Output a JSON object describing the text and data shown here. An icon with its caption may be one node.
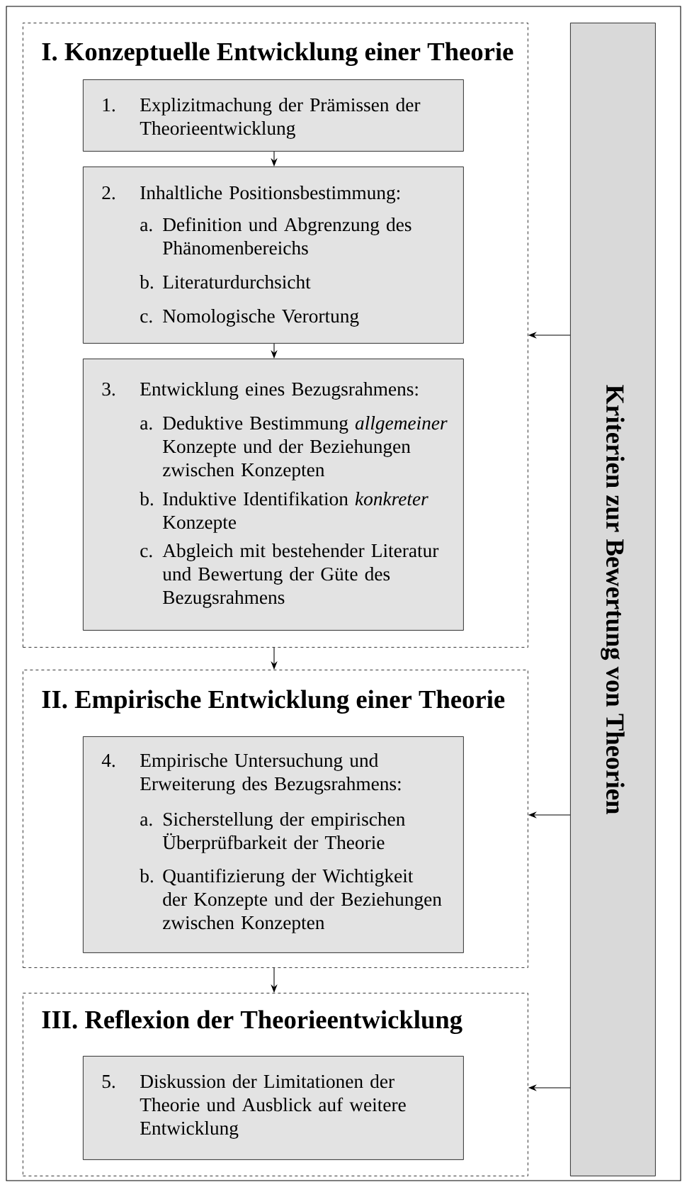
{
  "diagram": {
    "nodes": [
      {
        "text": [
          "I. Konzeptuelle Entwicklung einer Theorie"
        ]
      },
      {
        "text": [
          "1.",
          "Explizitmachung der Prämissen der Theorieentwicklung"
        ],
        "in": 0
      },
      {
        "text": [
          "2.",
          "Inhaltliche Positionsbestimmung:",
          "a.",
          "Definition und Abgrenzung des Phänomenbereichs",
          "b.",
          "Literaturdurchsicht",
          "c.",
          "Nomologische Verortung"
        ],
        "in": 0
      },
      {
        "text": [
          "3.",
          "Entwicklung eines Bezugsrahmens:",
          "a.",
          "Deduktive Bestimmung *allgemeiner* Konzepte und der Beziehungen zwischen Konzepten",
          "b.",
          "Induktive Identifikation *konkreter* Konzepte",
          "c.",
          "Abgleich mit bestehender Literatur und Bewertung der Güte des Bezugsrahmens"
        ],
        "in": 0
      },
      {
        "text": [
          "II. Empirische Entwicklung einer Theorie"
        ]
      },
      {
        "text": [
          "4.",
          "Empirische Untersuchung und Erweiterung des Bezugsrahmens:",
          "a.",
          "Sicherstellung der empirischen Überprüfbarkeit der Theorie",
          "b.",
          "Quantifizierung der Wichtigkeit der Konzepte und der Beziehungen zwischen Konzepten"
        ],
        "in": 4
      },
      {
        "text": [
          "III. Reflexion der Theorieentwicklung"
        ]
      },
      {
        "text": [
          "5.",
          "Diskussion der Limitationen der Theorie und Ausblick auf weitere Entwicklung"
        ],
        "in": 6
      },
      {
        "text": [
          "Kriterien zur Bewertung von Theorien"
        ]
      }
    ],
    "edges": [
      {
        "from": 1,
        "to": 2,
        "arrow": "to"
      },
      {
        "from": 2,
        "to": 3,
        "arrow": "to"
      },
      {
        "from": 0,
        "to": 4,
        "arrow": "to"
      },
      {
        "from": 4,
        "to": 6,
        "arrow": "to"
      },
      {
        "from": 8,
        "to": 0,
        "arrow": "to"
      },
      {
        "from": 8,
        "to": 4,
        "arrow": "to"
      },
      {
        "from": 8,
        "to": 6,
        "arrow": "to"
      }
    ]
  }
}
